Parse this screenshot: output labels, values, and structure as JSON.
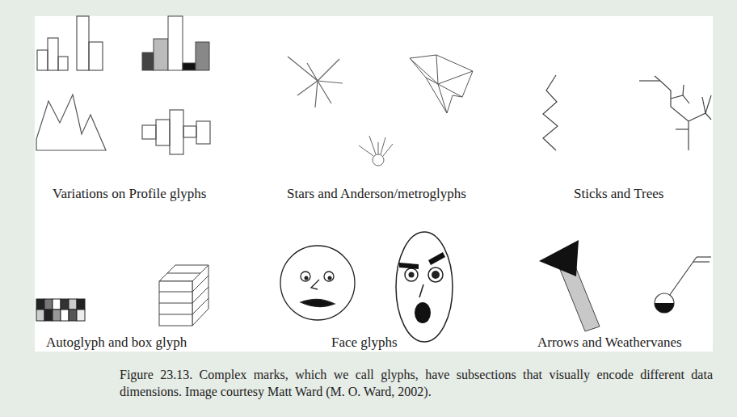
{
  "diagram": {
    "caption": "Figure 23.13. Complex marks, which we call glyphs, have subsections that visually encode different data dimensions. Image courtesy Matt Ward (M. O. Ward, 2002).",
    "labels": [
      "Variations on Profile glyphs",
      "Stars and Anderson/metroglyphs",
      "Sticks and Trees",
      "Autoglyph and box glyph",
      "Face glyphs",
      "Arrows and Weathervanes"
    ]
  }
}
